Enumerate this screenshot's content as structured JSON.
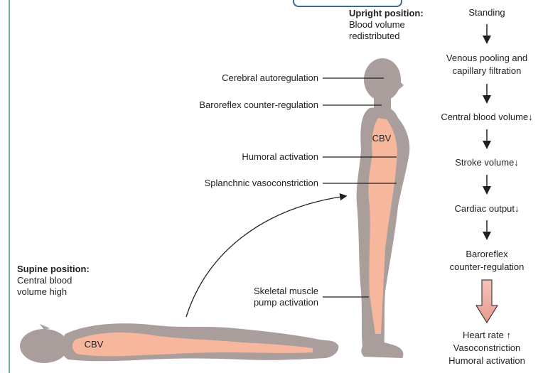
{
  "upright": {
    "title": "Upright position:",
    "line1": "Blood volume",
    "line2": "redistributed"
  },
  "supine": {
    "title": "Supine position:",
    "line1": "Central blood",
    "line2": "volume high"
  },
  "cbv_label": "CBV",
  "mechanisms": [
    "Cerebral autoregulation",
    "Baroreflex counter-regulation",
    "Humoral activation",
    "Splanchnic vasoconstriction",
    "Skeletal muscle",
    "pump activation"
  ],
  "flow": {
    "s0": "Standing",
    "s1a": "Venous pooling and",
    "s1b": "capillary filtration",
    "s2": "Central blood volume↓",
    "s3": "Stroke volume↓",
    "s4": "Cardiac output↓",
    "s5a": "Baroreflex",
    "s5b": "counter-regulation",
    "s6a": "Heart rate ↑",
    "s6b": "Vasoconstriction",
    "s6c": "Humoral activation"
  },
  "colors": {
    "body": "#a99e9c",
    "blood": "#f7b79d",
    "line": "#231f20",
    "accent": "#3b6a8f",
    "frame": "#6fb3a6"
  }
}
